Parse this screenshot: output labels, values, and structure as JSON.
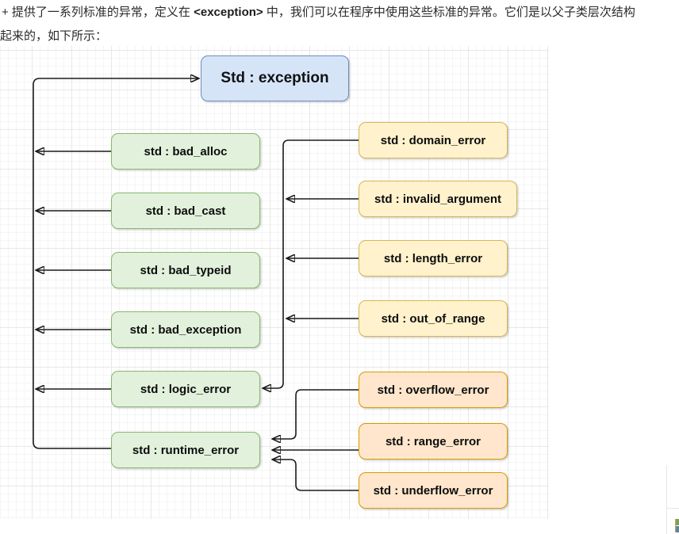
{
  "paragraph": {
    "line1_pre": "+ 提供了一系列标准的异常，定义在 ",
    "line1_code": "<exception>",
    "line1_post": " 中，我们可以在程序中使用这些标准的异常。它们是以父子类层次结构",
    "line2": "起来的，如下所示："
  },
  "diagram": {
    "type": "class-hierarchy",
    "nodes": [
      {
        "id": "exception",
        "label": "Std : exception",
        "group": "blue"
      },
      {
        "id": "bad_alloc",
        "label": "std : bad_alloc",
        "group": "green"
      },
      {
        "id": "bad_cast",
        "label": "std : bad_cast",
        "group": "green"
      },
      {
        "id": "bad_typeid",
        "label": "std : bad_typeid",
        "group": "green"
      },
      {
        "id": "bad_exception",
        "label": "std : bad_exception",
        "group": "green"
      },
      {
        "id": "logic_error",
        "label": "std : logic_error",
        "group": "green"
      },
      {
        "id": "runtime_error",
        "label": "std : runtime_error",
        "group": "green"
      },
      {
        "id": "domain_error",
        "label": "std : domain_error",
        "group": "yellow"
      },
      {
        "id": "invalid_argument",
        "label": "std : invalid_argument",
        "group": "yellow"
      },
      {
        "id": "length_error",
        "label": "std : length_error",
        "group": "yellow"
      },
      {
        "id": "out_of_range",
        "label": "std : out_of_range",
        "group": "yellow"
      },
      {
        "id": "overflow_error",
        "label": "std : overflow_error",
        "group": "orange"
      },
      {
        "id": "range_error",
        "label": "std : range_error",
        "group": "orange"
      },
      {
        "id": "underflow_error",
        "label": "std : underflow_error",
        "group": "orange"
      }
    ],
    "edges": [
      {
        "from": "bad_alloc",
        "to": "exception"
      },
      {
        "from": "bad_cast",
        "to": "exception"
      },
      {
        "from": "bad_typeid",
        "to": "exception"
      },
      {
        "from": "bad_exception",
        "to": "exception"
      },
      {
        "from": "logic_error",
        "to": "exception"
      },
      {
        "from": "runtime_error",
        "to": "exception"
      },
      {
        "from": "domain_error",
        "to": "logic_error"
      },
      {
        "from": "invalid_argument",
        "to": "logic_error"
      },
      {
        "from": "length_error",
        "to": "logic_error"
      },
      {
        "from": "out_of_range",
        "to": "logic_error"
      },
      {
        "from": "overflow_error",
        "to": "runtime_error"
      },
      {
        "from": "range_error",
        "to": "runtime_error"
      },
      {
        "from": "underflow_error",
        "to": "runtime_error"
      }
    ],
    "palette": {
      "blue_fill": "#d6e4f8",
      "blue_border": "#6c8ebf",
      "green_fill": "#e2f1dc",
      "green_border": "#85b86c",
      "yellow_fill": "#fff2cc",
      "yellow_border": "#d6b656",
      "orange_fill": "#ffe6cc",
      "orange_border": "#d79b00",
      "line_color": "#1a1a1a"
    }
  }
}
